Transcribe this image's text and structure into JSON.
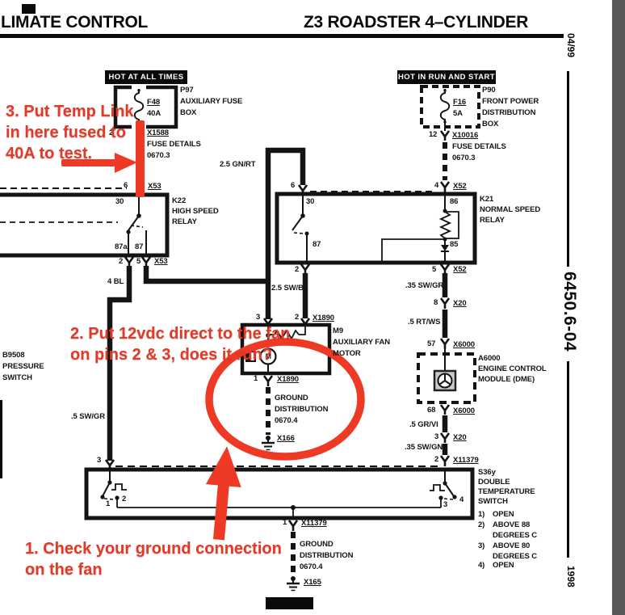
{
  "header": {
    "left_title": "LIMATE CONTROL",
    "right_title": "Z3 ROADSTER 4–CYLINDER"
  },
  "margin": {
    "top_code": "04/99",
    "doc_code": "6450.6-04",
    "bottom_code": "1998"
  },
  "notes": {
    "note1": "1. Check your ground connection\non the fan",
    "note2": "2. Put 12vdc direct to the fan\non pins 2 & 3, does it run?",
    "note3": "3. Put Temp Link\nin here fused to\n40A to test."
  },
  "supply_left": {
    "banner": "HOT AT ALL TIMES",
    "id": "P97",
    "desc1": "AUXILIARY FUSE",
    "desc2": "BOX",
    "fuse": "F48",
    "rating": "40A",
    "pin": "2",
    "conn": "X1588",
    "ref1": "FUSE DETAILS",
    "ref2": "0670.3"
  },
  "supply_right": {
    "banner": "HOT IN RUN AND START",
    "id": "P90",
    "desc1": "FRONT POWER",
    "desc2": "DISTRIBUTION",
    "desc3": "BOX",
    "fuse": "F16",
    "rating": "5A",
    "pin": "12",
    "conn": "X10016",
    "ref1": "FUSE DETAILS",
    "ref2": "0670.3"
  },
  "k22": {
    "id": "K22",
    "desc1": "HIGH SPEED",
    "desc2": "RELAY",
    "pin_in": "6",
    "conn_in": "X53",
    "t30": "30",
    "t87a": "87a",
    "t87": "87",
    "pin_out_a": "2",
    "pin_out_b": "5",
    "conn_out": "X53"
  },
  "k21": {
    "id": "K21",
    "desc1": "NORMAL SPEED",
    "desc2": "RELAY",
    "pin_in_a": "6",
    "pin_in_b": "4",
    "conn_in": "X52",
    "t30": "30",
    "t86": "86",
    "t87": "87",
    "t85": "85",
    "pin_out_a": "2",
    "pin_out_b": "5",
    "conn_out": "X52"
  },
  "wires": {
    "gn_rt": "2.5 GN/RT",
    "sw_bl": "2.5 SW/BL",
    "bl": "4 BL",
    "sw_gr_left": ".5 SW/GR",
    "sw_gr": ".35 SW/GR",
    "rt_ws": ".5 RT/WS",
    "gr_vi": ".5 GR/VI",
    "sw_gn": ".35 SW/GN"
  },
  "fan": {
    "id": "M9",
    "desc1": "AUXILIARY FAN",
    "desc2": "MOTOR",
    "motor": "M",
    "pin_a": "3",
    "pin_b": "2",
    "conn_top": "X1890",
    "pin_gnd": "1",
    "conn_gnd": "X1890",
    "gnd1": "GROUND",
    "gnd2": "DISTRIBUTION",
    "gnd3": "0670.4",
    "gnd_conn": "X166"
  },
  "dme": {
    "id": "A6000",
    "desc1": "ENGINE CONTROL",
    "desc2": "MODULE (DME)",
    "pin_in": "57",
    "conn_in": "X6000",
    "pin_out": "68",
    "conn_out": "X6000"
  },
  "links": {
    "pin8": "8",
    "x20": "X20",
    "pin3": "3",
    "x20b": "X20",
    "pin2": "2",
    "x11379": "X11379"
  },
  "b9508": {
    "id": "B9508",
    "desc1": "PRESSURE",
    "desc2": "SWITCH"
  },
  "s36y": {
    "id": "S36y",
    "desc1": "DOUBLE",
    "desc2": "TEMPERATURE",
    "desc3": "SWITCH",
    "leg1n": "1)",
    "leg1": "OPEN",
    "leg2n": "2)",
    "leg2": "ABOVE 88",
    "leg2b": "DEGREES C",
    "leg3n": "3)",
    "leg3": "ABOVE 80",
    "leg3b": "DEGREES C",
    "leg4n": "4)",
    "leg4": "OPEN",
    "pin_in": "3",
    "p1": "1",
    "p2": "2",
    "p3": "3",
    "p4": "4",
    "pin_gnd": "1",
    "conn_gnd": "X11379",
    "gnd1": "GROUND",
    "gnd2": "DISTRIBUTION",
    "gnd3": "0670.4",
    "gnd_conn": "X165"
  },
  "colors": {
    "annotation_red": "#e23a28",
    "shape_red": "#ee3a25",
    "margin_gray": "#59595b"
  }
}
